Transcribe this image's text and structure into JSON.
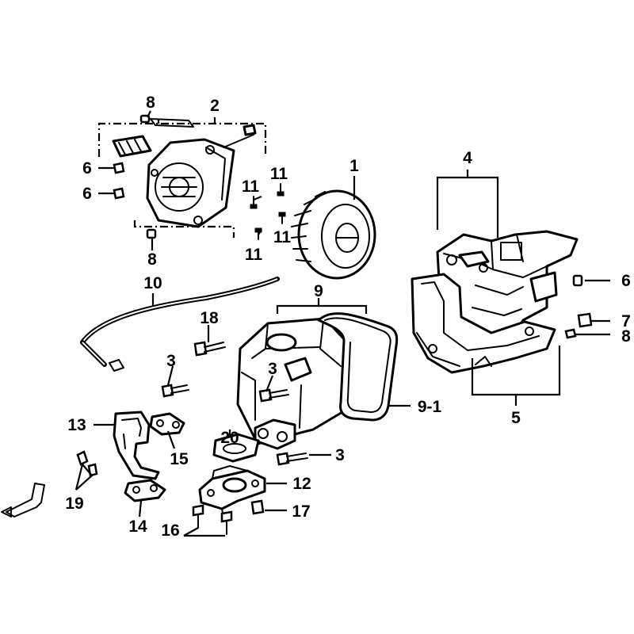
{
  "diagram": {
    "callouts": [
      {
        "id": "c1",
        "text": "1"
      },
      {
        "id": "c2",
        "text": "2"
      },
      {
        "id": "c3a",
        "text": "3"
      },
      {
        "id": "c3b",
        "text": "3"
      },
      {
        "id": "c3c",
        "text": "3"
      },
      {
        "id": "c4",
        "text": "4"
      },
      {
        "id": "c5",
        "text": "5"
      },
      {
        "id": "c6a",
        "text": "6"
      },
      {
        "id": "c6b",
        "text": "6"
      },
      {
        "id": "c6c",
        "text": "6"
      },
      {
        "id": "c7",
        "text": "7"
      },
      {
        "id": "c8a",
        "text": "8"
      },
      {
        "id": "c8b",
        "text": "8"
      },
      {
        "id": "c8c",
        "text": "8"
      },
      {
        "id": "c9",
        "text": "9"
      },
      {
        "id": "c9_1",
        "text": "9-1"
      },
      {
        "id": "c10",
        "text": "10"
      },
      {
        "id": "c11a",
        "text": "11"
      },
      {
        "id": "c11b",
        "text": "11"
      },
      {
        "id": "c11c",
        "text": "11"
      },
      {
        "id": "c11d",
        "text": "11"
      },
      {
        "id": "c12",
        "text": "12"
      },
      {
        "id": "c13",
        "text": "13"
      },
      {
        "id": "c14",
        "text": "14"
      },
      {
        "id": "c15",
        "text": "15"
      },
      {
        "id": "c16",
        "text": "16"
      },
      {
        "id": "c17",
        "text": "17"
      },
      {
        "id": "c18",
        "text": "18"
      },
      {
        "id": "c19",
        "text": "19"
      },
      {
        "id": "c20",
        "text": "20"
      }
    ]
  }
}
